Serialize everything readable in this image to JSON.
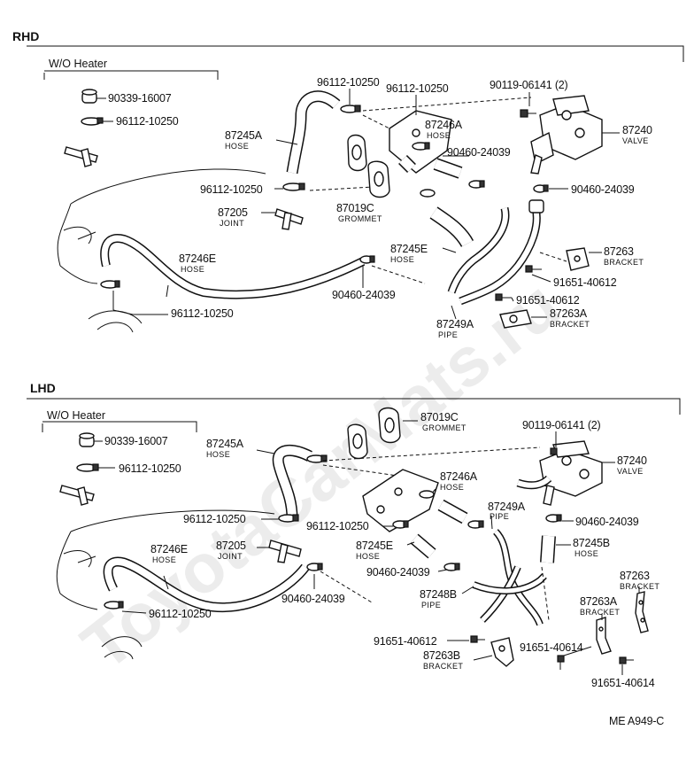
{
  "sections": {
    "rhd": {
      "title": "RHD",
      "wo_heater": "W/O  Heater",
      "labels": {
        "p90339": "90339-16007",
        "clamp_a": "96112-10250",
        "clamp_top1": "96112-10250",
        "clamp_top2": "96112-10250",
        "clamp_mid": "96112-10250",
        "clamp_low": "96112-10250",
        "bolt_valve": "90119-06141 (2)",
        "valve_no": "87240",
        "valve_sub": "VALVE",
        "hose_a_no": "87245A",
        "hose_a_sub": "HOSE",
        "hose_246a_no": "87246A",
        "hose_246a_sub": "HOSE",
        "clip1": "90460-24039",
        "clip2": "90460-24039",
        "clip3": "90460-24039",
        "grommet_no": "87019C",
        "grommet_sub": "GROMMET",
        "joint_no": "87205",
        "joint_sub": "JOINT",
        "hose_e_no": "87245E",
        "hose_e_sub": "HOSE",
        "bracket_no": "87263",
        "bracket_sub": "BRACKET",
        "hose_246e_no": "87246E",
        "hose_246e_sub": "HOSE",
        "bolt1": "91651-40612",
        "bolt2": "91651-40612",
        "bracket_a_no": "87263A",
        "bracket_a_sub": "BRACKET",
        "pipe_no": "87249A",
        "pipe_sub": "PIPE"
      }
    },
    "lhd": {
      "title": "LHD",
      "wo_heater": "W/O  Heater",
      "labels": {
        "p90339": "90339-16007",
        "clamp_a": "96112-10250",
        "grommet_no": "87019C",
        "grommet_sub": "GROMMET",
        "bolt_valve": "90119-06141 (2)",
        "hose_a_no": "87245A",
        "hose_a_sub": "HOSE",
        "valve_no": "87240",
        "valve_sub": "VALVE",
        "hose_246a_no": "87246A",
        "hose_246a_sub": "HOSE",
        "pipe_a_no": "87249A",
        "pipe_a_sub": "PIPE",
        "clamp_mid": "96112-10250",
        "clamp_mid2": "96112-10250",
        "clip1": "90460-24039",
        "hose_e_no": "87245E",
        "hose_e_sub": "HOSE",
        "hose_b_no": "87245B",
        "hose_b_sub": "HOSE",
        "hose_246e_no": "87246E",
        "hose_246e_sub": "HOSE",
        "joint_no": "87205",
        "joint_sub": "JOINT",
        "clip2": "90460-24039",
        "clip3": "90460-24039",
        "pipe_b_no": "87248B",
        "pipe_b_sub": "PIPE",
        "bracket_no": "87263",
        "bracket_sub": "BRACKET",
        "bracket_a_no": "87263A",
        "bracket_a_sub": "BRACKET",
        "clamp_low": "96112-10250",
        "bolt1": "91651-40612",
        "bolt2": "91651-40614",
        "bolt3": "91651-40614",
        "bracket_b_no": "87263B",
        "bracket_b_sub": "BRACKET"
      }
    }
  },
  "footer_code": "ME  A949-C",
  "watermark": "ToyotaCarMats.ru"
}
